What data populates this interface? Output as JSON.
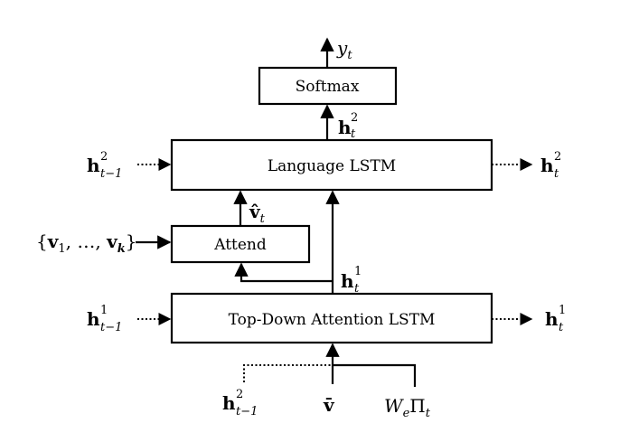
{
  "boxes": {
    "softmax": "Softmax",
    "language_lstm": "Language LSTM",
    "attend": "Attend",
    "top_down_lstm": "Top-Down Attention LSTM"
  },
  "labels": {
    "y_t": {
      "base": "y",
      "sub": "t"
    },
    "h2_t_top": {
      "base": "h",
      "sup": "2",
      "sub": "t"
    },
    "h2_tm1_left": {
      "base": "h",
      "sup": "2",
      "sub": "t−1"
    },
    "h2_t_right": {
      "base": "h",
      "sup": "2",
      "sub": "t"
    },
    "v_hat_t": {
      "base": "v̂",
      "sub": "t"
    },
    "v_set": {
      "open": "{",
      "v1": "v",
      "v1_sub": "1",
      "dots": ", …, ",
      "vk": "v",
      "vk_sub": "k",
      "close": "}"
    },
    "h1_t_mid": {
      "base": "h",
      "sup": "1",
      "sub": "t"
    },
    "h1_tm1_left": {
      "base": "h",
      "sup": "1",
      "sub": "t−1"
    },
    "h1_t_right": {
      "base": "h",
      "sup": "1",
      "sub": "t"
    },
    "h2_tm1_bottom": {
      "base": "h",
      "sup": "2",
      "sub": "t−1"
    },
    "v_bar": {
      "base": "v̄"
    },
    "we_pi": {
      "W": "W",
      "W_sub": "e",
      "Pi": "Π",
      "Pi_sub": "t"
    }
  },
  "colors": {
    "stroke": "#000000",
    "background": "#ffffff"
  }
}
